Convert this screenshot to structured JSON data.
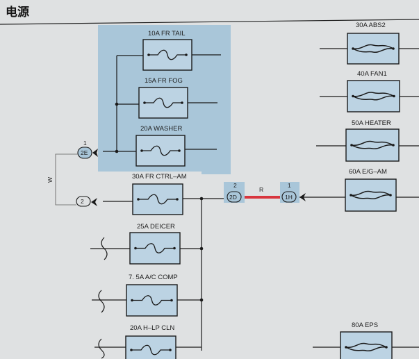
{
  "header": {
    "title": "电源"
  },
  "fuses": {
    "fr_tail": "10A FR TAIL",
    "fr_fog": "15A FR FOG",
    "washer": "20A WASHER",
    "fr_ctrl_am": "30A FR CTRL–AM",
    "deicer": "25A DEICER",
    "ac_comp": "7. 5A A/C COMP",
    "h_lp_cln": "20A H–LP CLN",
    "abs2": "30A ABS2",
    "fan1": "40A FAN1",
    "heater": "50A HEATER",
    "eg_am": "60A E/G–AM",
    "eps": "80A EPS"
  },
  "connectors": {
    "c2e": {
      "code": "2E",
      "pin": "1"
    },
    "c2": {
      "code": "2"
    },
    "c2d": {
      "code": "2D",
      "pin": "2"
    },
    "c1h": {
      "code": "1H",
      "pin": "1"
    }
  },
  "wires": {
    "w": "W",
    "r": "R"
  },
  "colors": {
    "background": "#dfe1e2",
    "highlight": "#a9c6d9",
    "fuse_fill": "#bcd3e3",
    "wire_red": "#d8353e",
    "line": "#1a1a1a"
  }
}
